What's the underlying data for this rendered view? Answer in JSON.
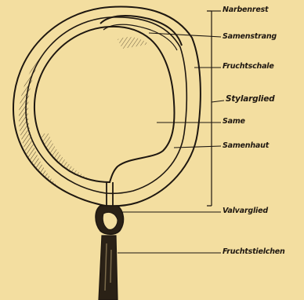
{
  "labels": {
    "narbenrest": "Narbenrest",
    "samenstrang": "Samenstrang",
    "fruchtschale": "Fruchtschale",
    "stylarglied": "Stylarglied",
    "same": "Same",
    "samenhaut": "Samenhaut",
    "valvarglied": "Valvarglied",
    "fruchtstielchen": "Fruchtstielchen"
  },
  "colors": {
    "paper": "#f3dea0",
    "ink": "#1e1710"
  }
}
